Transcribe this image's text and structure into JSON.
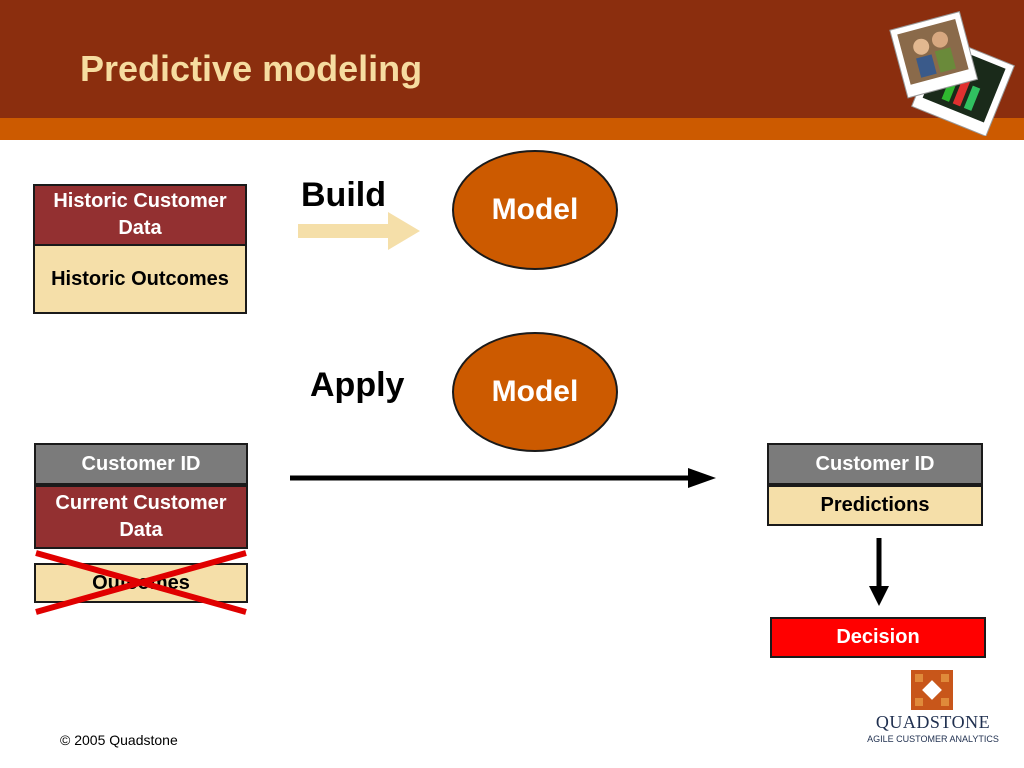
{
  "slide": {
    "title": "Predictive modeling",
    "footer": "© 2005 Quadstone"
  },
  "build": {
    "label": "Build",
    "model": "Model",
    "historic_data": "Historic Customer Data",
    "historic_outcomes": "Historic Outcomes"
  },
  "apply": {
    "label": "Apply",
    "model": "Model",
    "customer_id": "Customer ID",
    "current_data": "Current Customer Data",
    "outcomes": "Outcomes"
  },
  "result": {
    "customer_id": "Customer ID",
    "predictions": "Predictions",
    "decision": "Decision"
  },
  "logo": {
    "name": "QUADSTONE",
    "tagline": "AGILE CUSTOMER ANALYTICS"
  },
  "colors": {
    "header": "#8b2e0e",
    "accent": "#cc5a00",
    "title_text": "#f6dca0",
    "dark_box": "#933031",
    "light_box": "#f5dfa9",
    "gray_box": "#7b7b7b",
    "decision": "#ff0000",
    "cross": "#e00000"
  },
  "icons": {
    "photos": "photo-stack-icon",
    "logo": "quadstone-logo-icon",
    "cross": "cross-out-icon"
  }
}
